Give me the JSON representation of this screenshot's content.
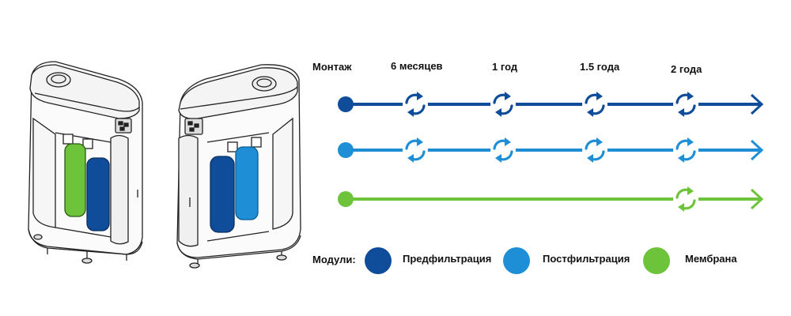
{
  "header": {
    "mount_label": "Монтаж",
    "intervals": [
      "6 месяцев",
      "1 год",
      "1.5 года",
      "2 года"
    ]
  },
  "timelines": [
    {
      "module": "prefilter",
      "color": "#0f4c9a",
      "replace_at": [
        1,
        2,
        3,
        4
      ]
    },
    {
      "module": "postfilter",
      "color": "#1e8fd6",
      "replace_at": [
        1,
        2,
        3,
        4
      ]
    },
    {
      "module": "membrane",
      "color": "#6dc43a",
      "replace_at": [
        4
      ]
    }
  ],
  "legend": {
    "title": "Модули:",
    "items": [
      {
        "label": "Предфильтрация",
        "color": "#0f4c9a"
      },
      {
        "label": "Постфильтрация",
        "color": "#1e8fd6"
      },
      {
        "label": "Мембрана",
        "color": "#6dc43a"
      }
    ]
  },
  "device": {
    "filters_left": [
      "membrane-green",
      "prefilter-blue"
    ],
    "filters_right": [
      "prefilter-blue",
      "postfilter-lightblue"
    ]
  }
}
